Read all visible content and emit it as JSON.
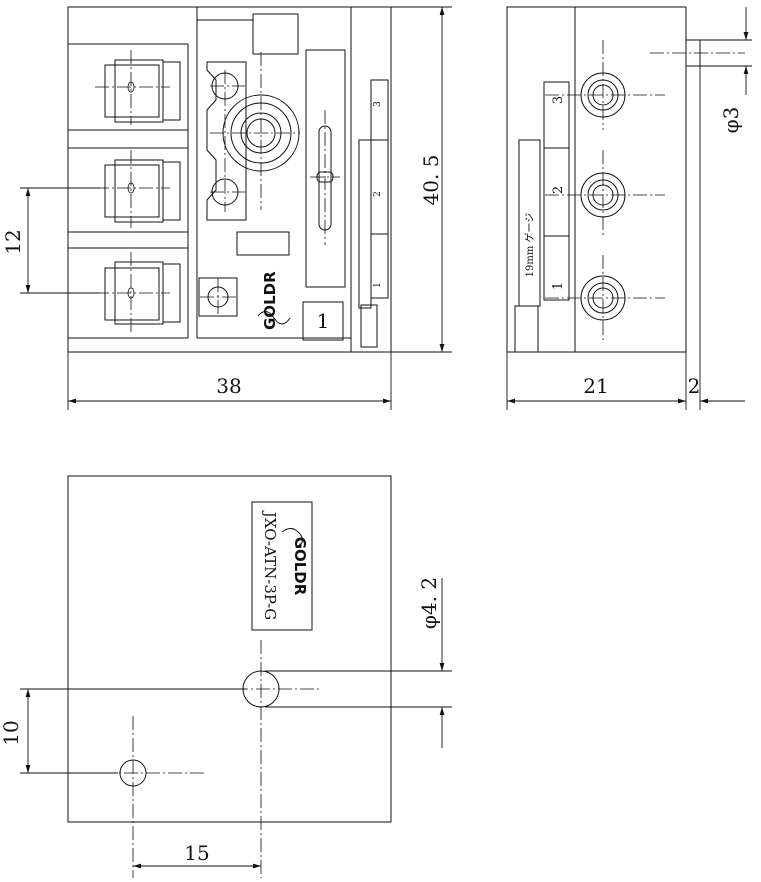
{
  "dimensions": {
    "width_front": "38",
    "height_front": "40. 5",
    "pitch_terminals": "12",
    "depth_side": "21",
    "offset_side": "2",
    "pin_diameter": "φ3",
    "hole_diameter": "φ4. 2",
    "vertical_offset_bottom": "10",
    "horizontal_offset_bottom": "15"
  },
  "front_view": {
    "brand": "GOLDR",
    "terminal_box_label": "1",
    "scale_labels": [
      "3",
      "2",
      "1"
    ]
  },
  "side_view": {
    "scale_labels": [
      "3",
      "2",
      "1"
    ],
    "strip_label": "19mm ゲージ"
  },
  "bottom_view": {
    "brand": "GOLDR",
    "model": "JXO-ATN-3P-G"
  }
}
